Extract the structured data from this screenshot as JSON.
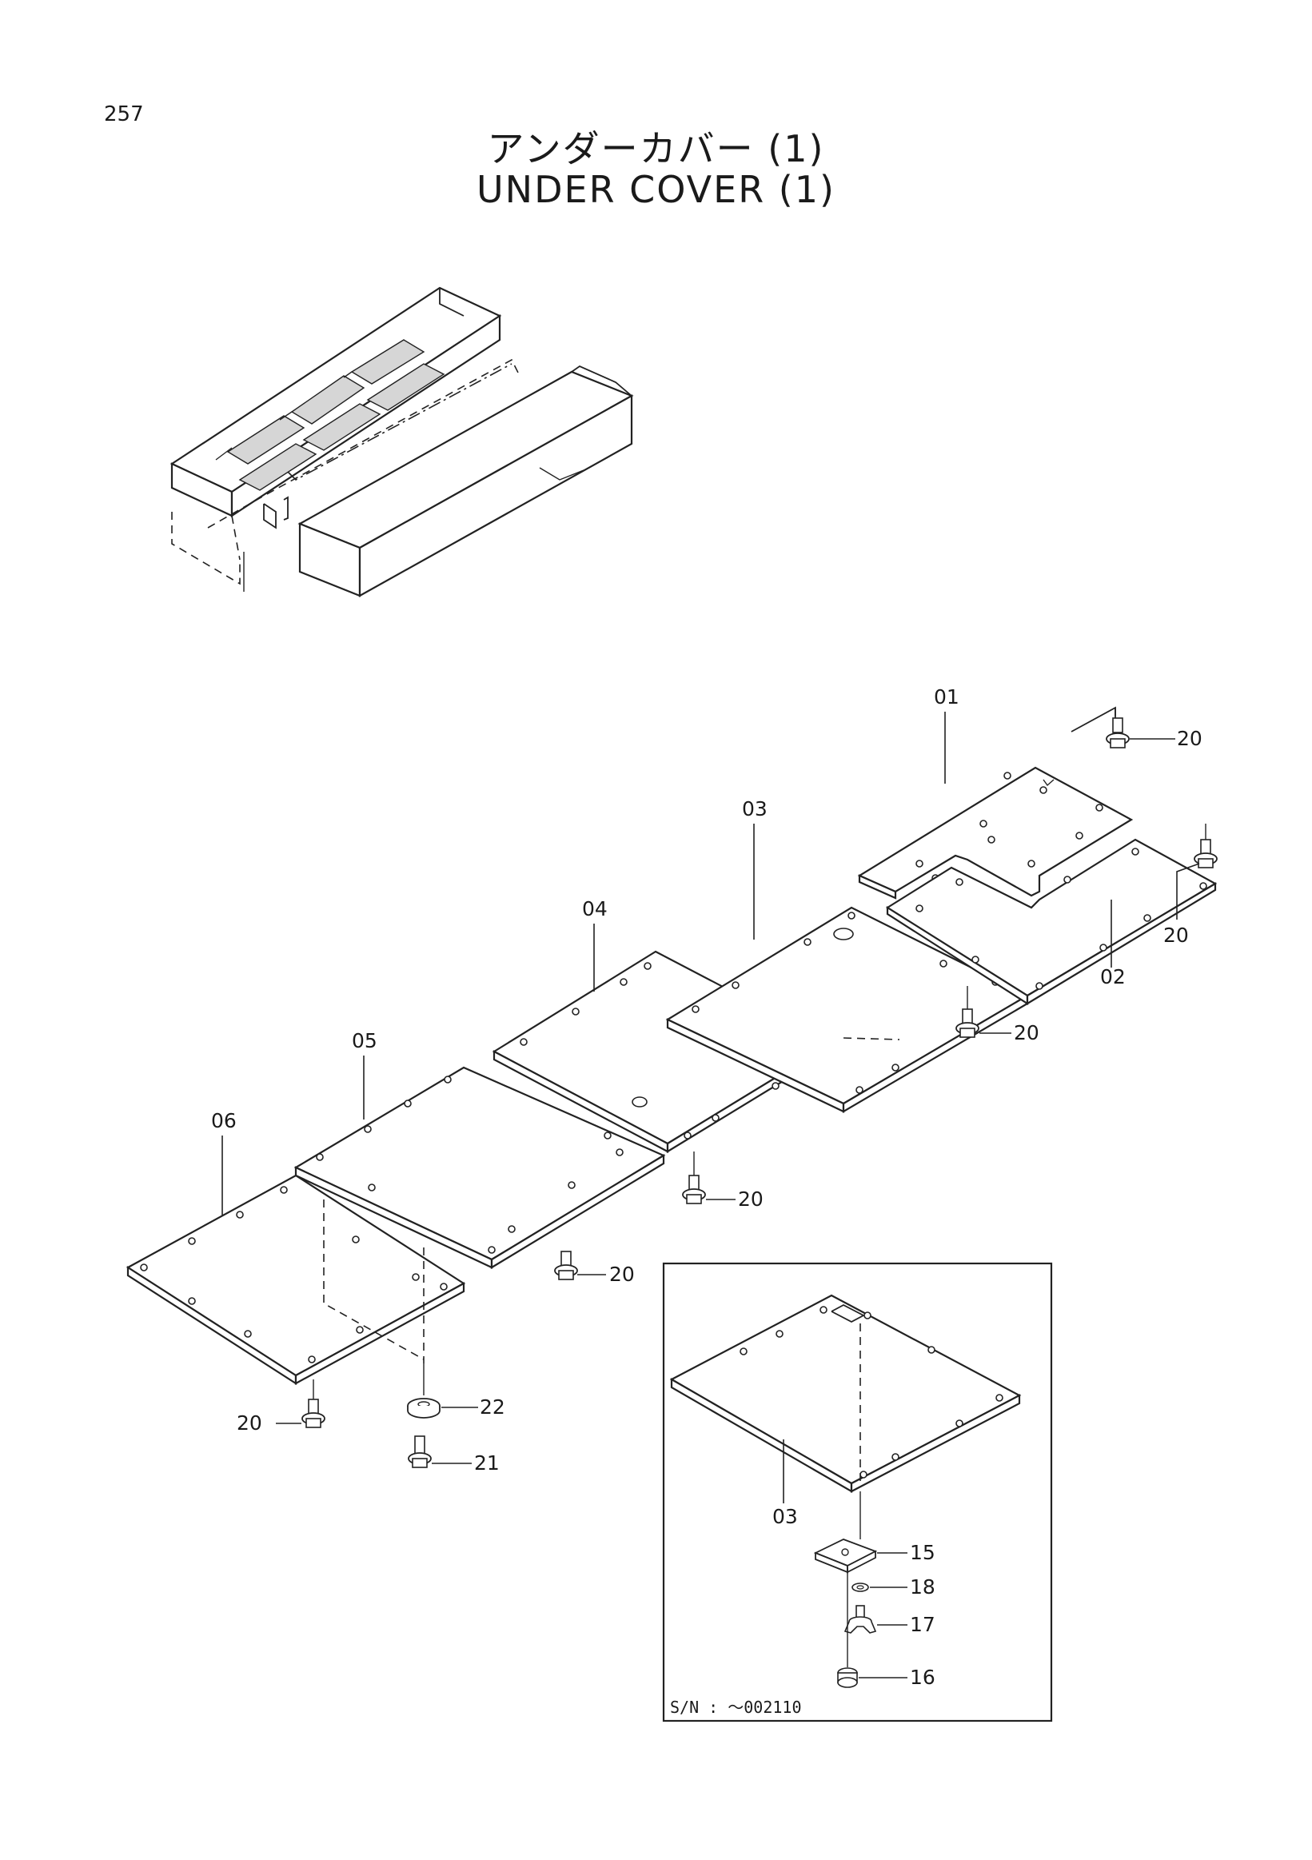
{
  "page": {
    "number": "257"
  },
  "title": {
    "japanese": "アンダーカバー (1)",
    "english": "UNDER COVER (1)"
  },
  "callouts": {
    "p01": "01",
    "p02": "02",
    "p03": "03",
    "p04": "04",
    "p05": "05",
    "p06": "06",
    "p15": "15",
    "p16": "16",
    "p17": "17",
    "p18": "18",
    "p20": "20",
    "p21": "21",
    "p22": "22",
    "detail_p03": "03"
  },
  "detail": {
    "serial_note": "S/N : ～002110"
  }
}
